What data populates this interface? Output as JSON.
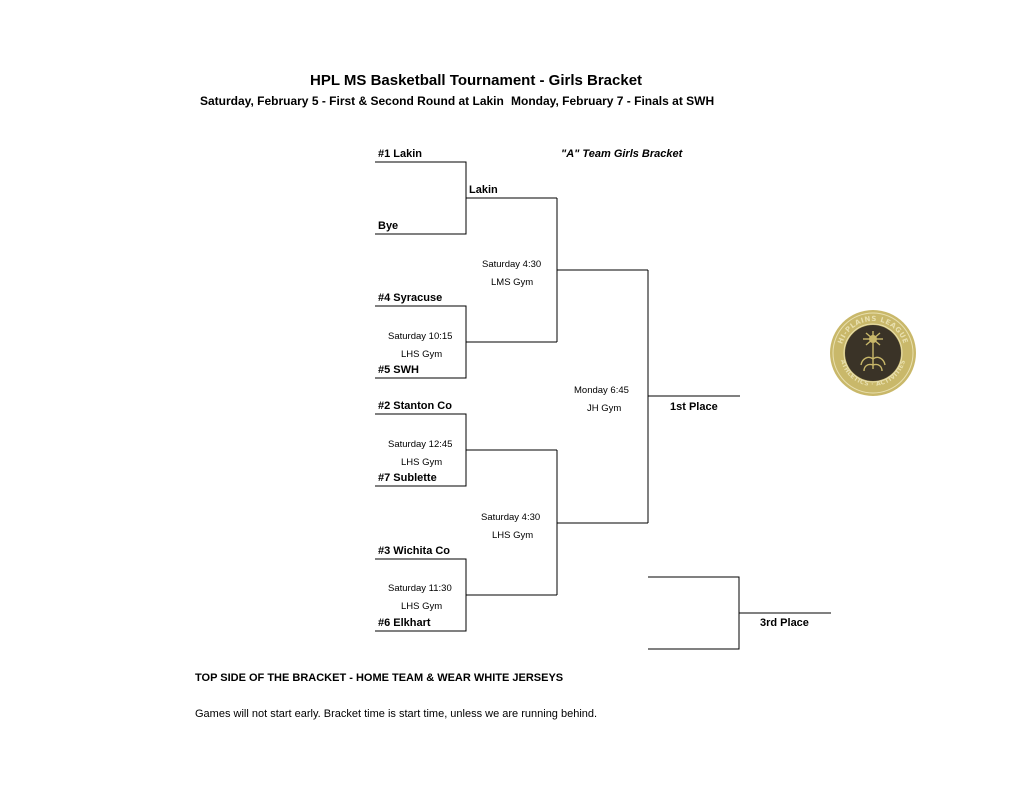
{
  "header": {
    "title": "HPL MS Basketball Tournament - Girls Bracket",
    "first_round": "Saturday, February 5 - First & Second Round at Lakin",
    "finals": "Monday, February 7 - Finals at SWH"
  },
  "bracket_label": "\"A\" Team Girls Bracket",
  "teams": {
    "t1": "#1 Lakin",
    "bye": "Bye",
    "t4": "#4 Syracuse",
    "t5": "#5 SWH",
    "t2": "#2 Stanton Co",
    "t7": "#7 Sublette",
    "t3": "#3 Wichita Co",
    "t6": "#6 Elkhart"
  },
  "winners": {
    "w1": "Lakin"
  },
  "games": {
    "g45": {
      "time": "Saturday 10:15",
      "place": "LHS Gym"
    },
    "g27": {
      "time": "Saturday 12:45",
      "place": "LHS Gym"
    },
    "g36": {
      "time": "Saturday 11:30",
      "place": "LHS Gym"
    },
    "semi_top": {
      "time": "Saturday 4:30",
      "place": "LMS Gym"
    },
    "semi_bottom": {
      "time": "Saturday 4:30",
      "place": "LHS Gym"
    },
    "final": {
      "time": "Monday 6:45",
      "place": "JH Gym"
    }
  },
  "places": {
    "first": "1st Place",
    "third": "3rd Place"
  },
  "notes": {
    "home": "TOP SIDE OF THE BRACKET - HOME TEAM & WEAR WHITE JERSEYS",
    "start": "Games will not start early. Bracket time is start time, unless we are running behind."
  },
  "logo": {
    "icon": "league-seal-icon",
    "text_top": "HI-PLAINS LEAGUE",
    "text_bottom": "ATHLETICS · ACTIVITIES",
    "colors": {
      "gold": "#c9b86a",
      "dark": "#3a3327",
      "light": "#e8dfae"
    }
  }
}
